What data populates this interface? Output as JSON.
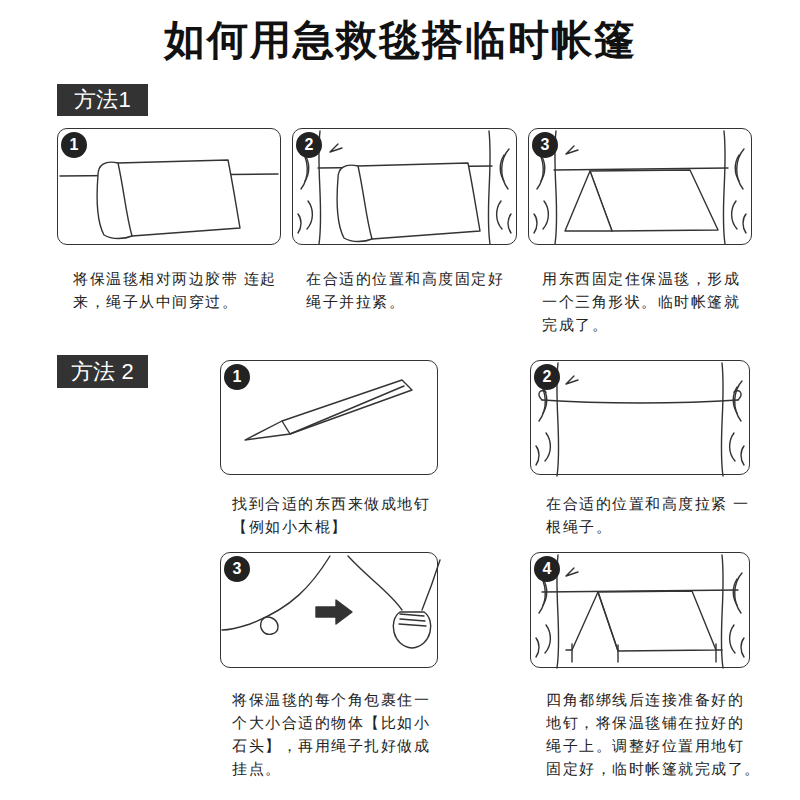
{
  "diagram": {
    "title": "如何用急救毯搭临时帐篷",
    "nodes": [
      {
        "text": [
          "方法1"
        ]
      },
      {
        "text": [
          "将保温毯相对两边胶带 连起来，绳子从中间穿过。"
        ]
      },
      {
        "text": [
          "1"
        ],
        "in": 1
      },
      {
        "text": [
          "在合适的位置和高度固定好 绳子并拉紧。"
        ]
      },
      {
        "text": [
          "2"
        ],
        "in": 3
      },
      {
        "text": [
          "用东西固定住保温毯，形成 一个三角形状。临时帐篷就 完成了。"
        ]
      },
      {
        "text": [
          "3"
        ],
        "in": 5
      },
      {
        "text": [
          "方法 2"
        ]
      },
      {
        "text": [
          "找到合适的东西来做成地钉 【例如小木棍】"
        ]
      },
      {
        "text": [
          "1"
        ],
        "in": 8
      },
      {
        "text": [
          "在合适的位置和高度拉紧 一根绳子。"
        ]
      },
      {
        "text": [
          "2"
        ],
        "in": 10
      },
      {
        "text": [
          "将保温毯的每个角包裹住一 个大小合适的物体【比如小 石头】，再用绳子扎好做成 挂点。"
        ]
      },
      {
        "text": [
          "3"
        ],
        "in": 12
      },
      {
        "text": [
          "四角都绑线后连接准备好的 地钉，将保温毯铺在拉好的 绳子上。调整好位置用地钉 固定好，临时帐篷就完成了。"
        ]
      },
      {
        "text": [
          "4"
        ],
        "in": 14
      }
    ]
  }
}
